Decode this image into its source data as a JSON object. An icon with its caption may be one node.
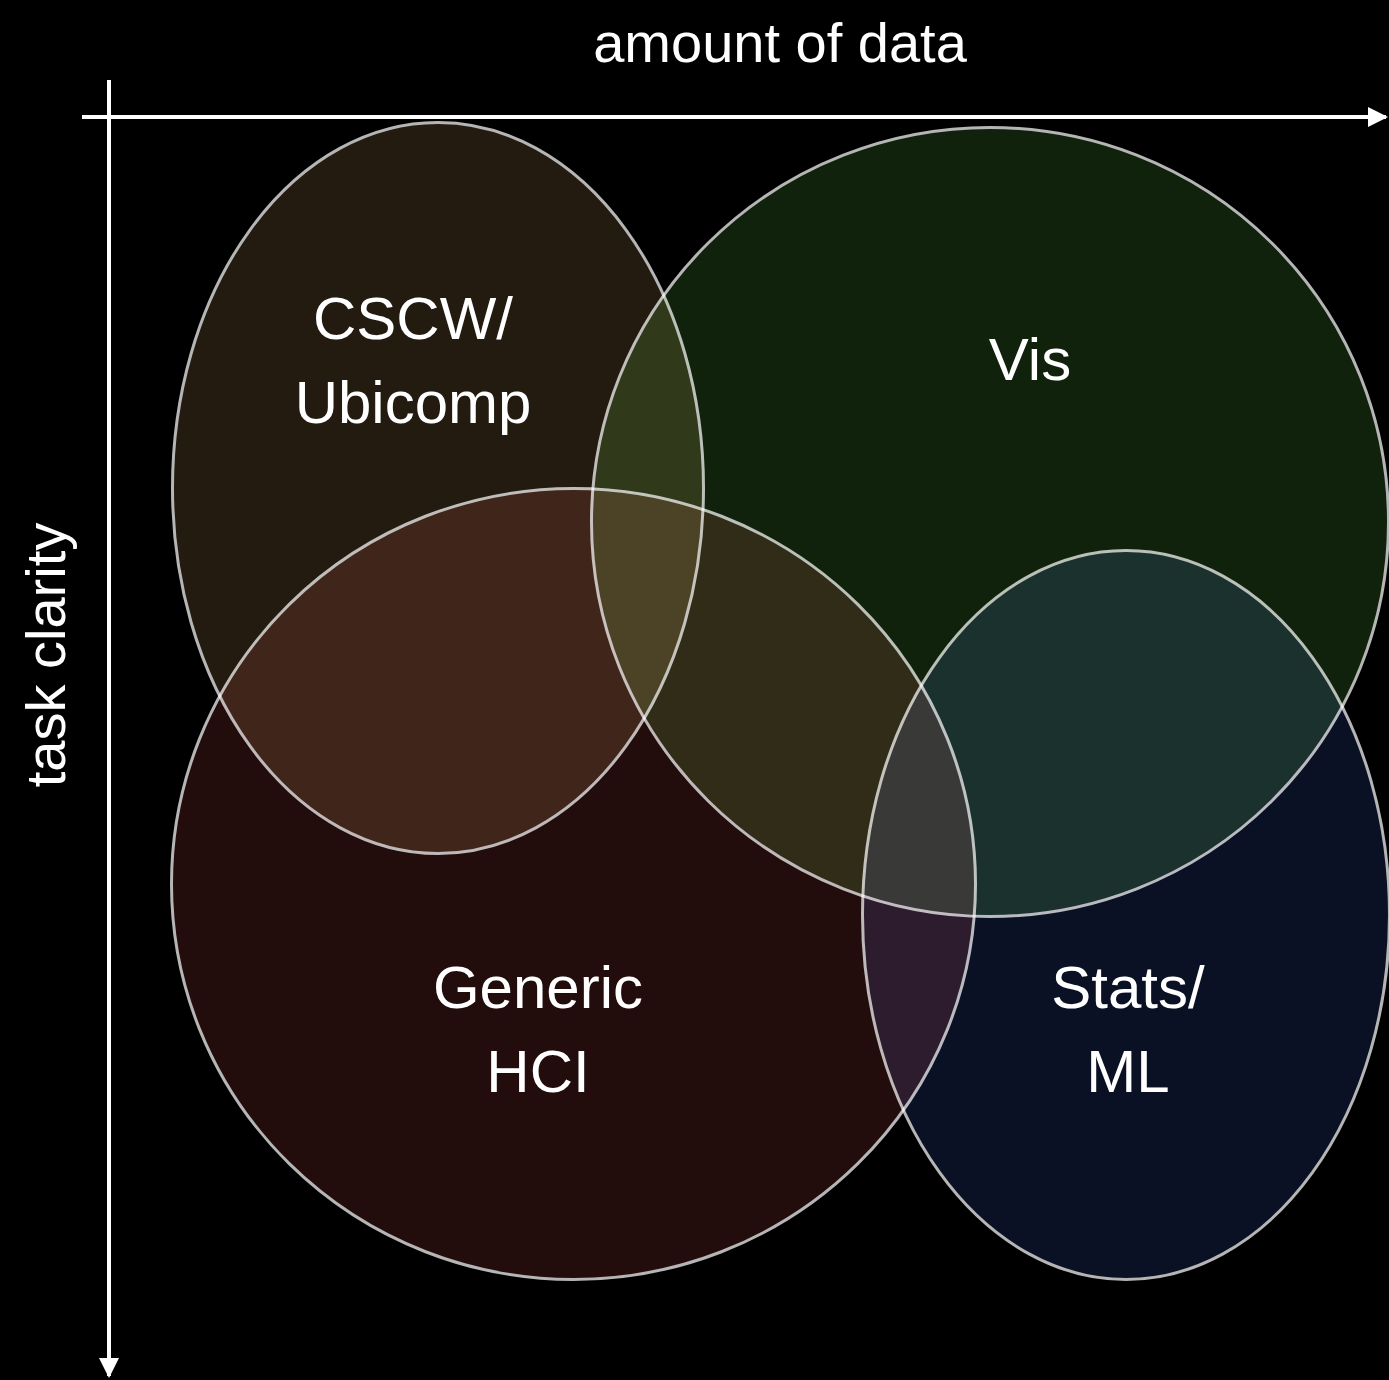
{
  "diagram": {
    "nodes": [
      {
        "text": [
          "CSCW/ Ubicomp"
        ]
      },
      {
        "text": [
          "Vis"
        ]
      },
      {
        "text": [
          "Generic HCI"
        ]
      },
      {
        "text": [
          "Stats/ ML"
        ]
      }
    ],
    "labels": [
      "amount of data",
      "task clarity"
    ]
  }
}
